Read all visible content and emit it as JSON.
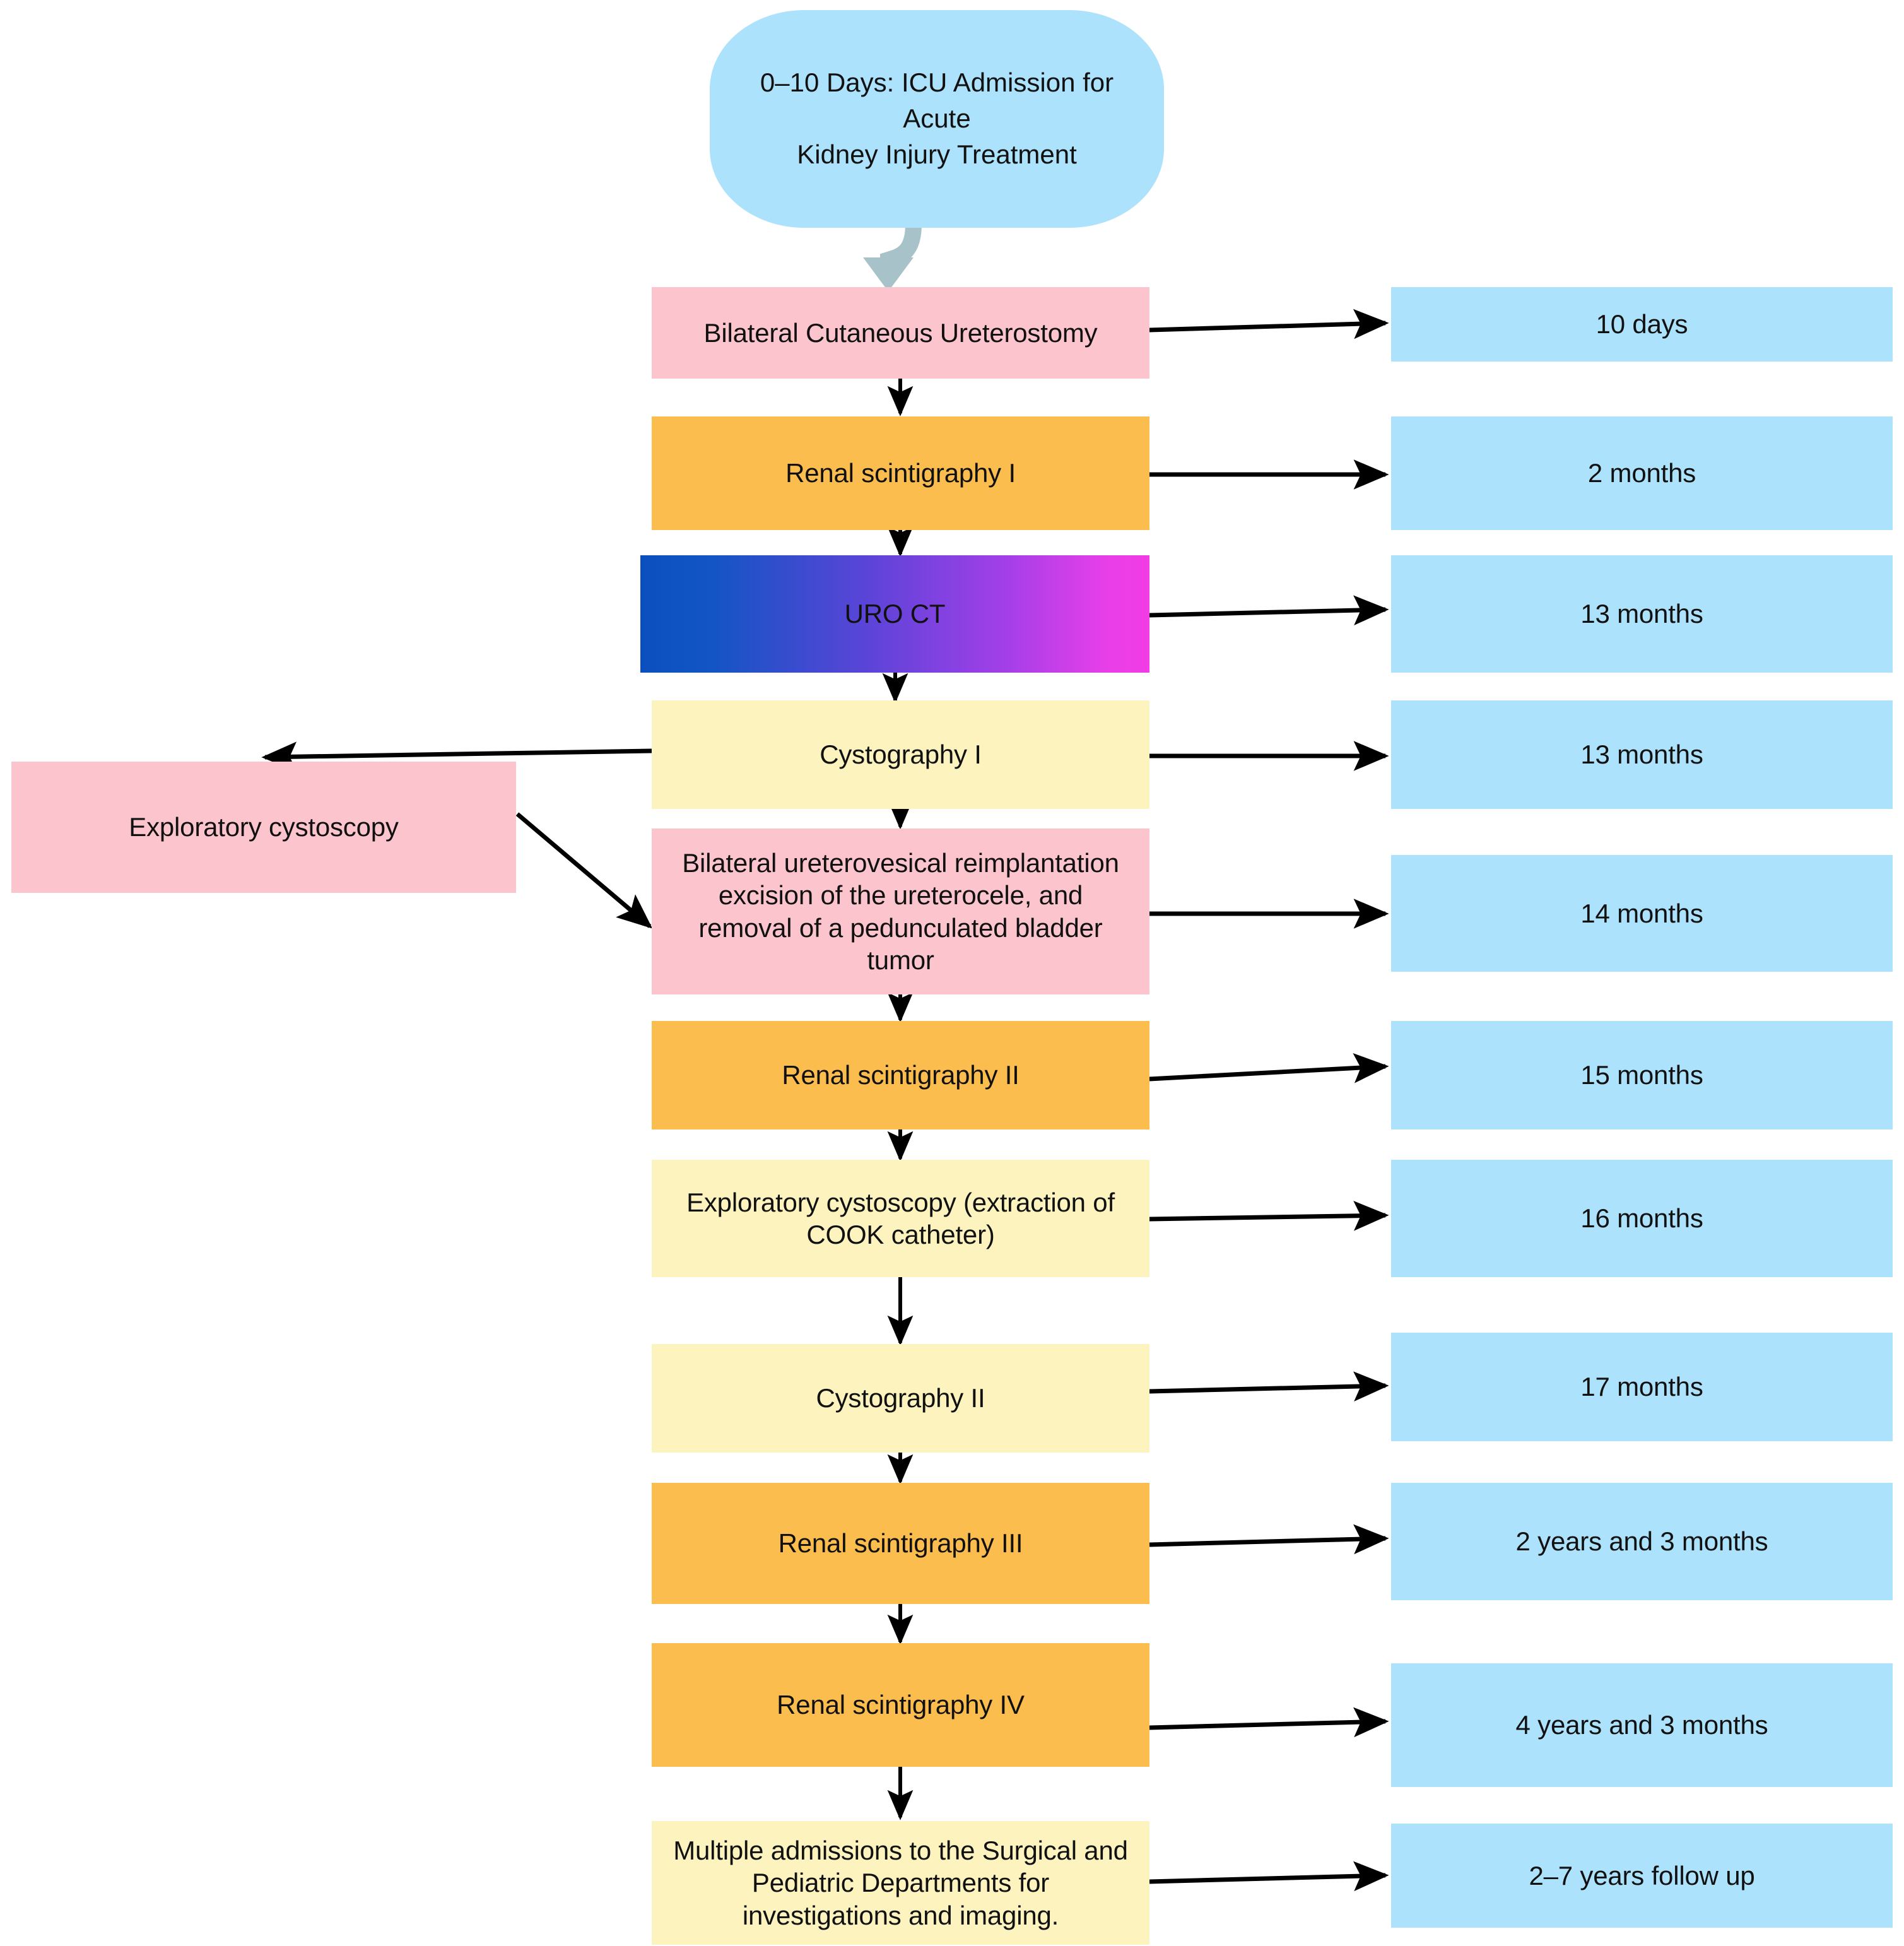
{
  "diagram": {
    "title_callout": {
      "text": "0–10 Days: ICU Admission for Acute\nKidney Injury Treatment",
      "color": "#ACE2FB",
      "shape": "rounded-callout"
    },
    "colors": {
      "pink": "#FCC5CD",
      "orange": "#FBBD4D",
      "yellow": "#FCF3BF",
      "blue": "#ACE2FB",
      "gradient_start": "#0B4FBE",
      "gradient_end": "#F23CE6",
      "arrow": "#000000",
      "callout_tail": "#A8C2C9"
    },
    "steps": [
      {
        "label": "Bilateral Cutaneous Ureterostomy",
        "color": "pink"
      },
      {
        "label": "Renal scintigraphy I",
        "color": "orange"
      },
      {
        "label": "URO CT",
        "color": "gradient"
      },
      {
        "label": "Cystography I",
        "color": "yellow"
      },
      {
        "label": "Bilateral ureterovesical reimplantation\nexcision of the ureterocele, and\nremoval of a pedunculated bladder\ntumor",
        "color": "pink"
      },
      {
        "label": "Renal scintigraphy II",
        "color": "orange"
      },
      {
        "label": "Exploratory cystoscopy (extraction of\nCOOK catheter)",
        "color": "yellow"
      },
      {
        "label": "Cystography II",
        "color": "yellow"
      },
      {
        "label": "Renal scintigraphy III",
        "color": "orange"
      },
      {
        "label": "Renal scintigraphy IV",
        "color": "orange"
      },
      {
        "label": "Multiple admissions to the Surgical and\nPediatric Departments for\ninvestigations and imaging.",
        "color": "yellow"
      }
    ],
    "timepoints": [
      {
        "label": "10 days"
      },
      {
        "label": "2 months"
      },
      {
        "label": "13 months"
      },
      {
        "label": "13 months"
      },
      {
        "label": "14 months"
      },
      {
        "label": "15 months"
      },
      {
        "label": "16 months"
      },
      {
        "label": "17 months"
      },
      {
        "label": "2 years and 3 months"
      },
      {
        "label": "4 years and 3 months"
      },
      {
        "label": "2–7 years follow up"
      }
    ],
    "side_node": {
      "label": "Exploratory cystoscopy",
      "color": "pink"
    }
  }
}
